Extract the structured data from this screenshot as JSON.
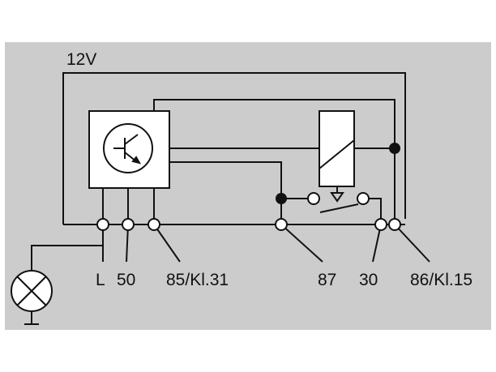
{
  "diagram": {
    "supply_label": "12V",
    "terminals": {
      "l": "L",
      "t50": "50",
      "t85": "85/Kl.31",
      "t87": "87",
      "t30": "30",
      "t86": "86/Kl.15"
    }
  },
  "colors": {
    "background": "#cccccc",
    "wire": "#111111",
    "component_fill": "#ffffff",
    "terminal_fill": "#ffffff",
    "junction_fill": "#111111"
  },
  "icons": [
    "transistor-icon",
    "relay-coil-icon",
    "lamp-icon",
    "ground-icon"
  ]
}
